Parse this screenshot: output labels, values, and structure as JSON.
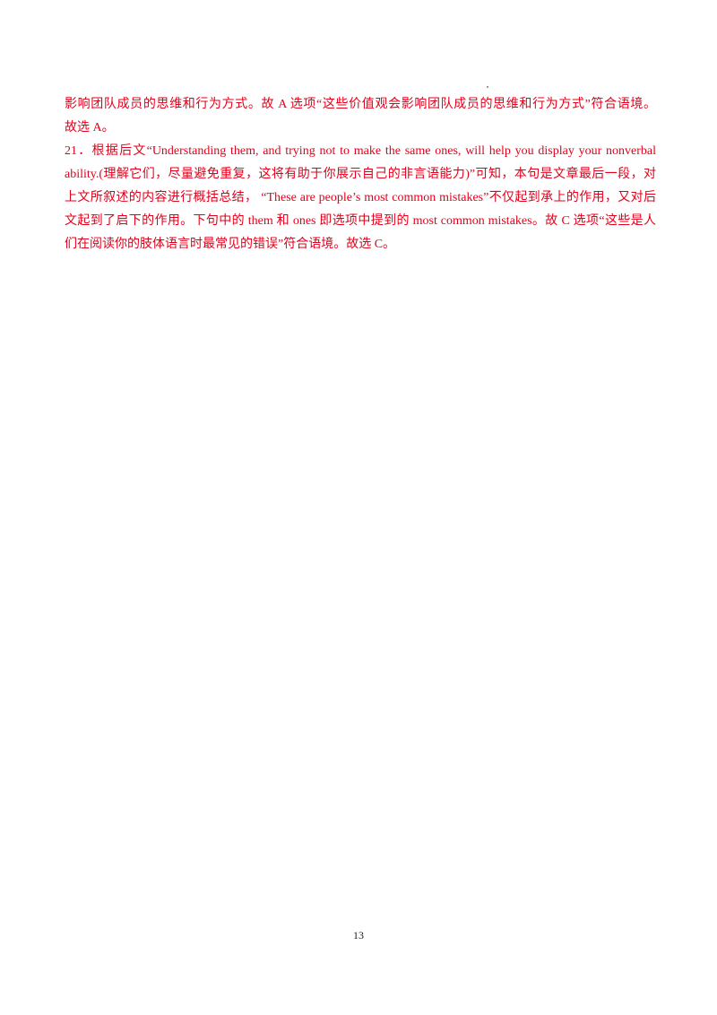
{
  "document": {
    "lines": [
      "影响团队成员的思维和行为方式。故 A 选项“这些价值观会影响团队成员的思维和行为方式”符合语境。",
      "故选 A。",
      "21．根据后文“Understanding them, and trying not to make the same ones, will help you display your nonverbal",
      "ability.(理解它们，尽量避免重复，这将有助于你展示自己的非言语能力)”可知，本句是文章最后一段，对",
      "上文所叙述的内容进行概括总结，  “These are people’s most common mistakes”不仅起到承上的作用，又对后",
      "文起到了启下的作用。下句中的 them 和 ones 即选项中提到的 most common mistakes。故 C 选项“这些是人",
      "们在阅读你的肢体语言时最常见的错误”符合语境。故选 C。"
    ],
    "page_number": "13",
    "text_color": "#e3001b"
  }
}
